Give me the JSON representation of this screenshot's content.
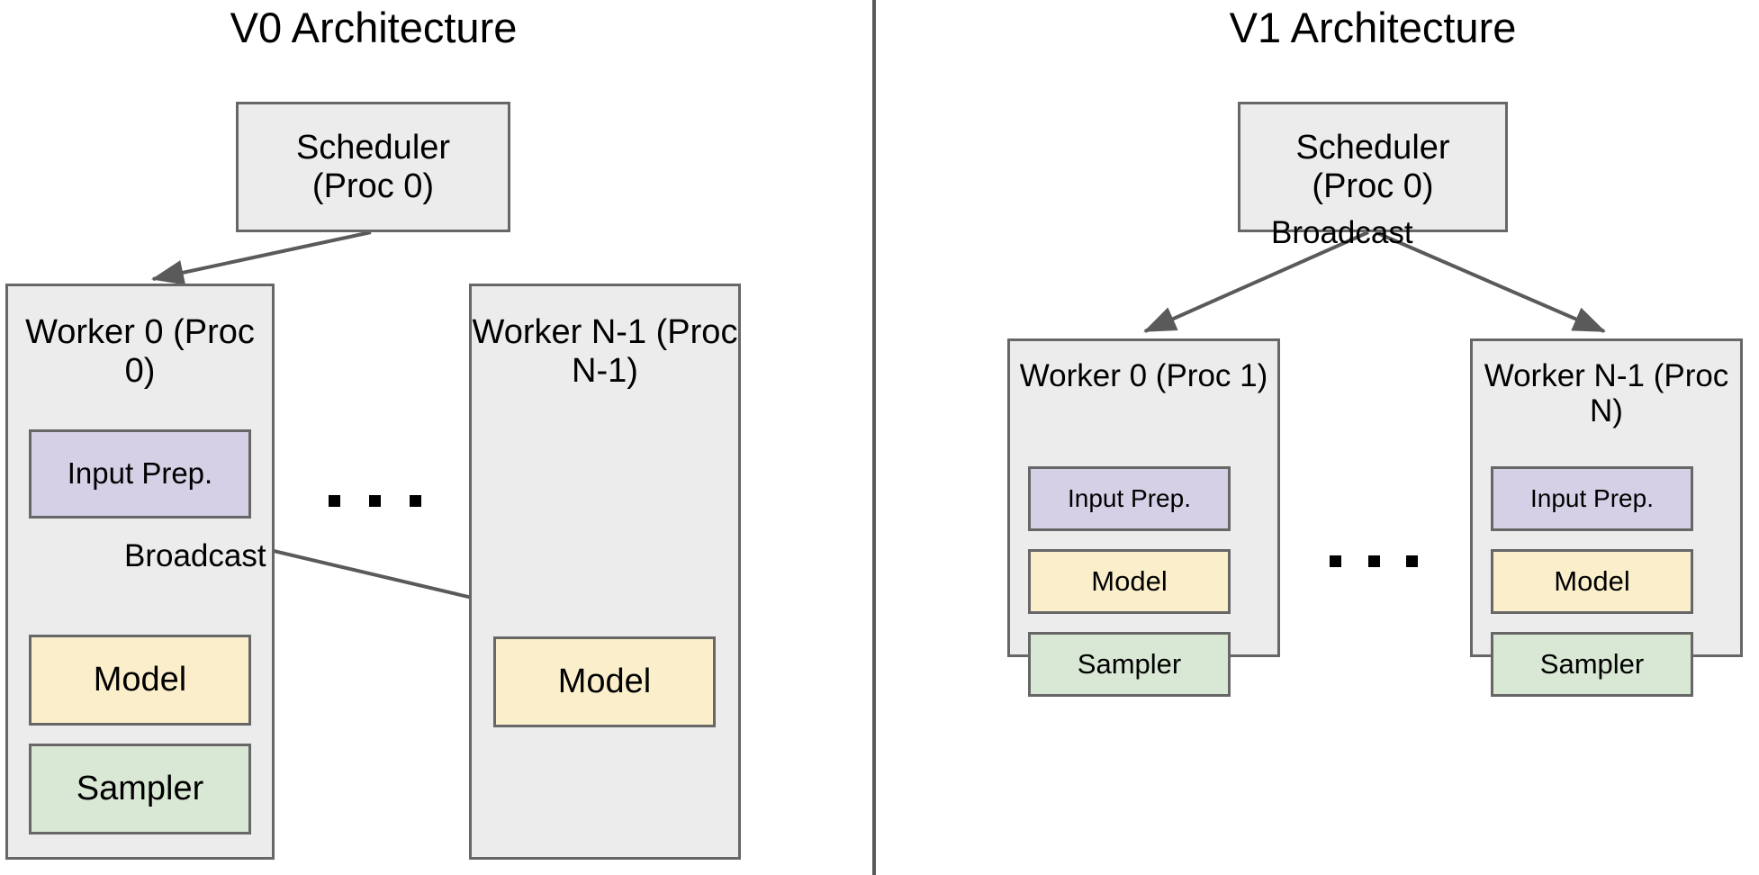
{
  "panels": {
    "v0": {
      "title": "V0 Architecture",
      "scheduler": {
        "line1": "Scheduler",
        "line2": "(Proc 0)"
      },
      "worker0": {
        "line1": "Worker 0",
        "line2": "(Proc 0)",
        "input_prep": "Input Prep.",
        "model": "Model",
        "sampler": "Sampler"
      },
      "worker_n": {
        "line1": "Worker N-1",
        "line2": "(Proc N-1)",
        "model": "Model"
      },
      "broadcast_label": "Broadcast",
      "ellipsis": "..."
    },
    "v1": {
      "title": "V1 Architecture",
      "scheduler": {
        "line1": "Scheduler",
        "line2": "(Proc 0)"
      },
      "broadcast_label": "Broadcast",
      "worker0": {
        "line1": "Worker 0",
        "line2": "(Proc 1)",
        "input_prep": "Input Prep.",
        "model": "Model",
        "sampler": "Sampler"
      },
      "worker_n": {
        "line1": "Worker N-1",
        "line2": "(Proc N)",
        "input_prep": "Input Prep.",
        "model": "Model",
        "sampler": "Sampler"
      },
      "ellipsis": "..."
    }
  },
  "colors": {
    "container_fill": "#ececec",
    "input_prep_fill": "#d5d0e6",
    "model_fill": "#fbefcb",
    "sampler_fill": "#d9e8d4",
    "border": "#676767",
    "arrow": "#5a5a5a",
    "divider": "#5a5a5a",
    "text": "#000000"
  }
}
